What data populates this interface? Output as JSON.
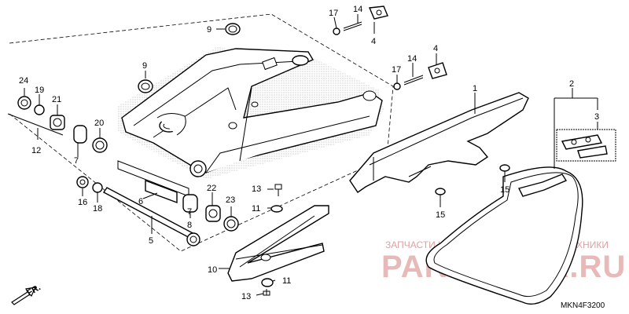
{
  "diagram": {
    "part_code": "MKN4F3200",
    "front_marker": "FR.",
    "watermark": {
      "top_text": "ЗАПЧАСТИ И АКСЕССУАРЫ ДЛЯ МОТОТЕХНИКИ",
      "brand_text": "PARTS-FOR.RU"
    },
    "callouts": {
      "n1": "1",
      "n2": "2",
      "n3": "3",
      "n4a": "4",
      "n4b": "4",
      "n5": "5",
      "n6": "6",
      "n7a": "7",
      "n7b": "7",
      "n8": "8",
      "n9a": "9",
      "n9b": "9",
      "n10": "10",
      "n11a": "11",
      "n11b": "11",
      "n12": "12",
      "n13a": "13",
      "n13b": "13",
      "n14a": "14",
      "n14b": "14",
      "n15a": "15",
      "n15b": "15",
      "n16": "16",
      "n17a": "17",
      "n17b": "17",
      "n18": "18",
      "n19": "19",
      "n20": "20",
      "n21": "21",
      "n22": "22",
      "n23": "23",
      "n24": "24"
    }
  }
}
